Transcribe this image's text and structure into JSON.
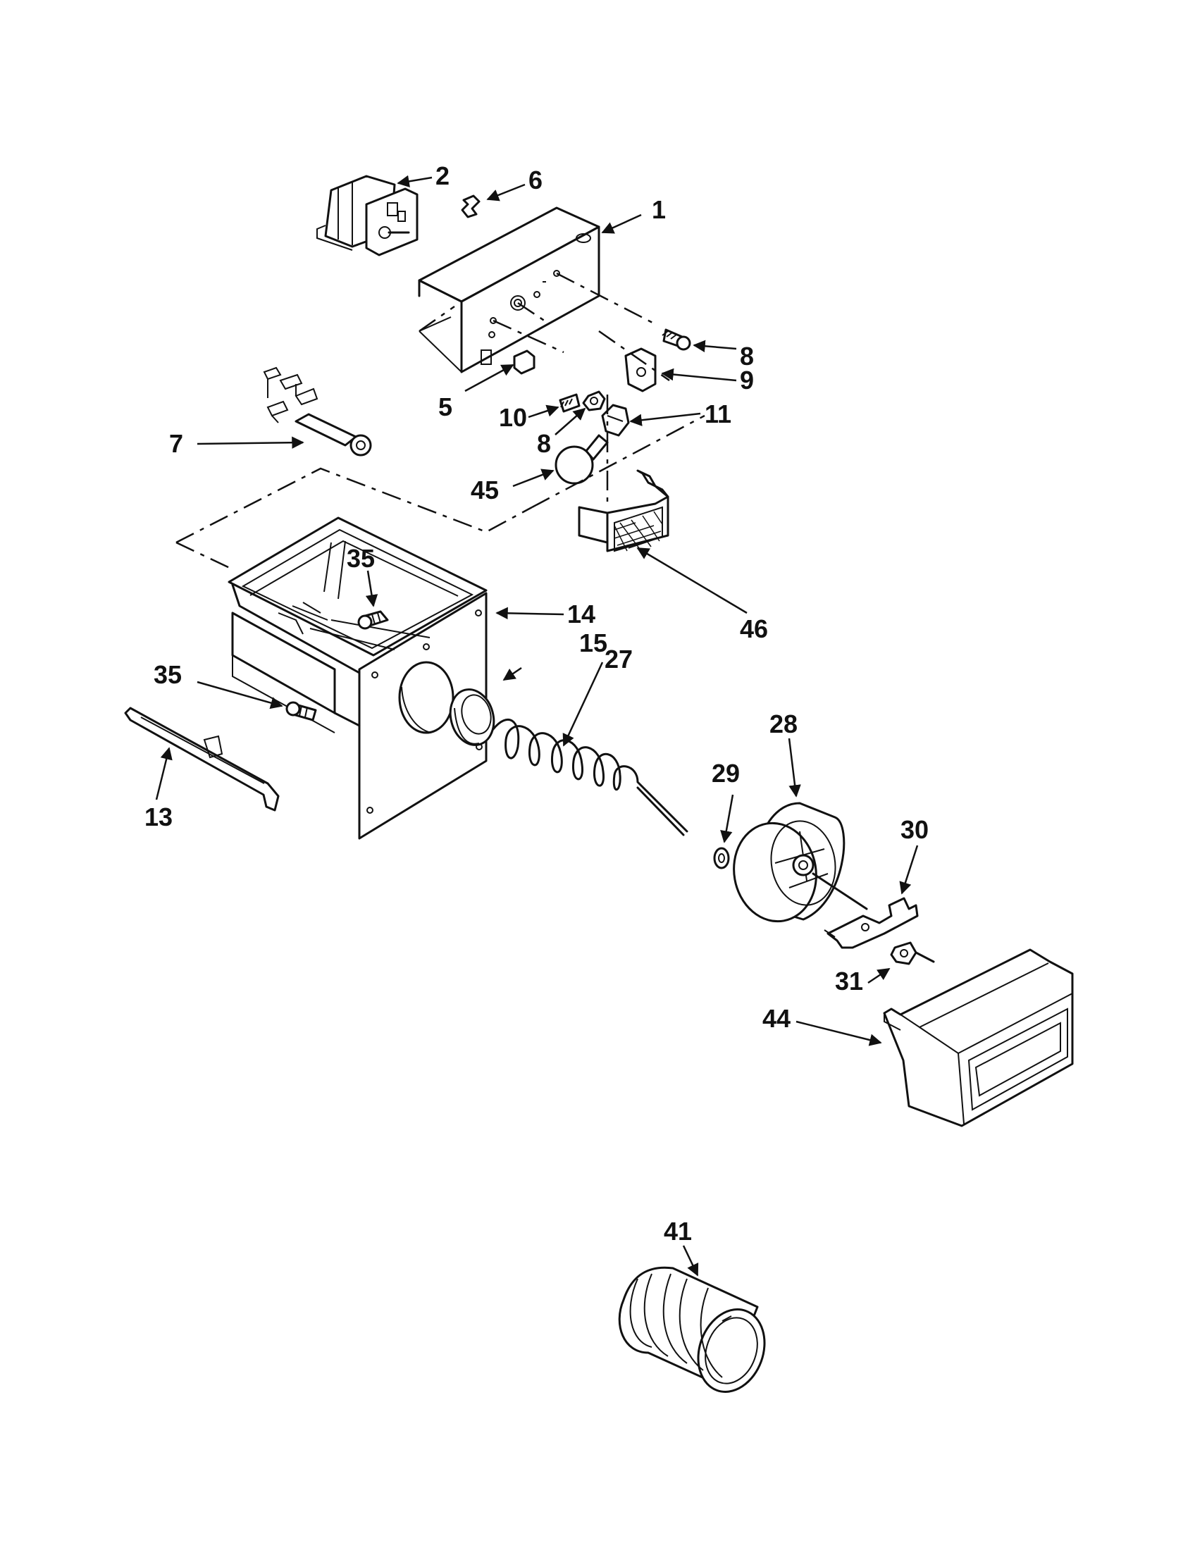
{
  "callouts": {
    "c1": "1",
    "c2": "2",
    "c5": "5",
    "c6": "6",
    "c7": "7",
    "c8a": "8",
    "c8b": "8",
    "c9": "9",
    "c10": "10",
    "c11": "11",
    "c13": "13",
    "c14": "14",
    "c15": "15",
    "c27": "27",
    "c28": "28",
    "c29": "29",
    "c30": "30",
    "c31": "31",
    "c35a": "35",
    "c35b": "35",
    "c41": "41",
    "c44": "44",
    "c45": "45",
    "c46": "46"
  }
}
